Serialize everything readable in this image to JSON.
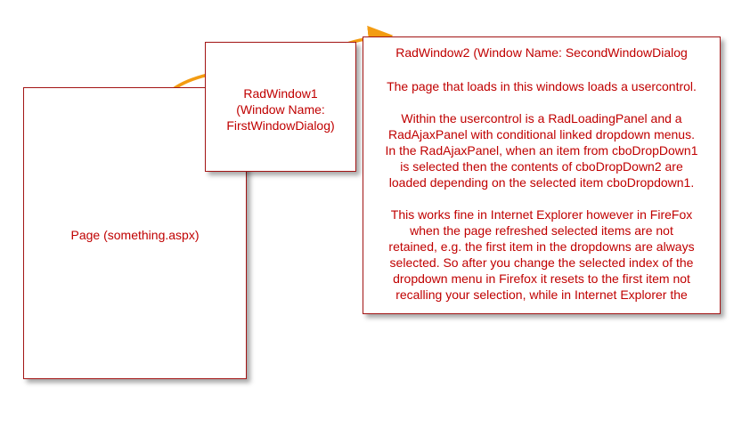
{
  "page_box": {
    "label": "Page (something.aspx)"
  },
  "window1_box": {
    "lines": [
      "RadWindow1",
      "(Window Name:",
      "FirstWindowDialog)"
    ]
  },
  "window2_box": {
    "title": "RadWindow2 (Window Name: SecondWindowDialog",
    "paragraph1": [
      "The page that loads in this windows loads a usercontrol."
    ],
    "paragraph2": [
      "Within the usercontrol is a RadLoadingPanel and a",
      "RadAjaxPanel with conditional linked dropdown menus.",
      "In the RadAjaxPanel, when an item from cboDropDown1",
      "is selected then the contents of cboDropDown2 are",
      "loaded depending on the selected item cboDropdown1."
    ],
    "paragraph3": [
      "This works fine in Internet Explorer however in FireFox",
      "when the page refreshed selected items are not",
      "retained, e.g. the first item in the dropdowns are always",
      "selected.  So after you change the selected index of the",
      "dropdown menu in Firefox it resets to the first item not",
      "recalling your selection, while in Internet Explorer the"
    ]
  },
  "colors": {
    "box_border": "#a31515",
    "text": "#c00000",
    "arrow": "#f39c12"
  }
}
